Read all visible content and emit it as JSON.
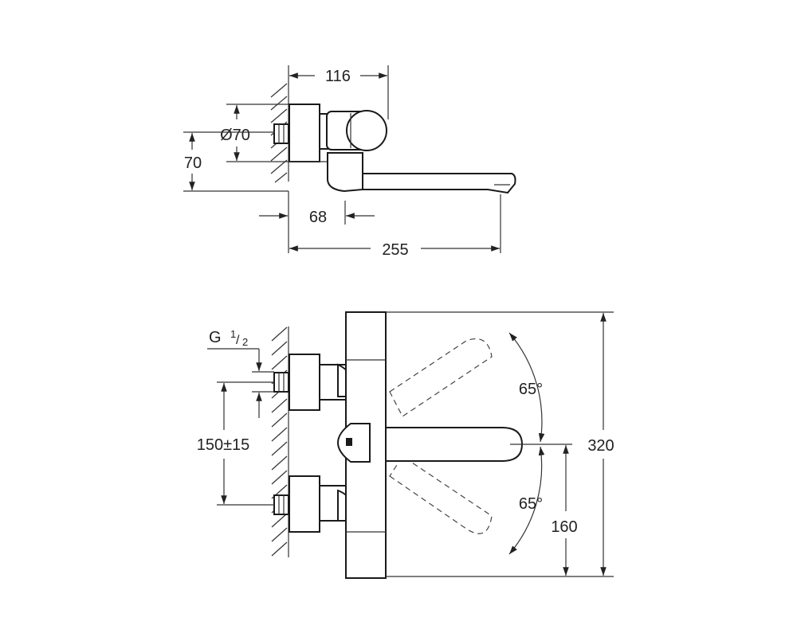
{
  "top_view": {
    "dim_width_top": "116",
    "dim_diameter": "Ø70",
    "dim_height": "70",
    "dim_spout_offset": "68",
    "dim_total_length": "255"
  },
  "front_view": {
    "thread_label": "G",
    "thread_num": "1",
    "thread_den": "2",
    "dim_inlet_spacing": "150±15",
    "angle_upper": "65°",
    "angle_lower": "65°",
    "dim_total_height": "320",
    "dim_half_height": "160"
  },
  "colors": {
    "line": "#1a1a1a",
    "background": "#ffffff"
  }
}
